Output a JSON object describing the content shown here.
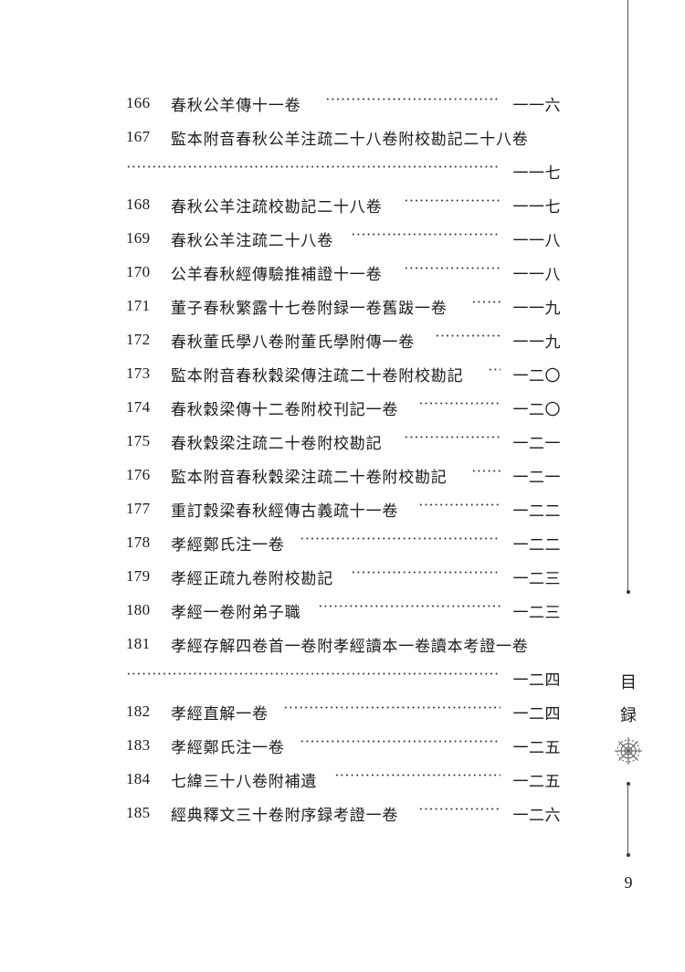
{
  "entries": [
    {
      "num": "166",
      "title": "春秋公羊傳十一卷",
      "page": "一一六"
    },
    {
      "num": "167",
      "title": "監本附音春秋公羊注疏二十八卷附校勘記二十八卷",
      "page": "一一七"
    },
    {
      "num": "168",
      "title": "春秋公羊注疏校勘記二十八卷",
      "page": "一一七"
    },
    {
      "num": "169",
      "title": "春秋公羊注疏二十八卷",
      "page": "一一八"
    },
    {
      "num": "170",
      "title": "公羊春秋經傳驗推補證十一卷",
      "page": "一一八"
    },
    {
      "num": "171",
      "title": "董子春秋繁露十七卷附録一卷舊跋一卷",
      "page": "一一九"
    },
    {
      "num": "172",
      "title": "春秋董氏學八卷附董氏學附傳一卷",
      "page": "一一九"
    },
    {
      "num": "173",
      "title": "監本附音春秋穀梁傳注疏二十卷附校勘記",
      "page": "一二〇"
    },
    {
      "num": "174",
      "title": "春秋穀梁傳十二卷附校刊記一卷",
      "page": "一二〇"
    },
    {
      "num": "175",
      "title": "春秋穀梁注疏二十卷附校勘記",
      "page": "一二一"
    },
    {
      "num": "176",
      "title": "監本附音春秋穀梁注疏二十卷附校勘記",
      "page": "一二一"
    },
    {
      "num": "177",
      "title": "重訂穀梁春秋經傳古義疏十一卷",
      "page": "一二二"
    },
    {
      "num": "178",
      "title": "孝經鄭氏注一卷",
      "page": "一二二"
    },
    {
      "num": "179",
      "title": "孝經正疏九卷附校勘記",
      "page": "一二三"
    },
    {
      "num": "180",
      "title": "孝經一卷附弟子職",
      "page": "一二三"
    },
    {
      "num": "181",
      "title": "孝經存解四卷首一卷附孝經讀本一卷讀本考證一卷",
      "page": "一二四"
    },
    {
      "num": "182",
      "title": "孝經直解一卷",
      "page": "一二四"
    },
    {
      "num": "183",
      "title": "孝經鄭氏注一卷",
      "page": "一二五"
    },
    {
      "num": "184",
      "title": "七緯三十八卷附補遺",
      "page": "一二五"
    },
    {
      "num": "185",
      "title": "經典釋文三十卷附序録考證一卷",
      "page": "一二六"
    }
  ],
  "sidebar": {
    "section_char_1": "目",
    "section_char_2": "録",
    "ornament_icon": "flower-ornament-icon"
  },
  "page_number": "9"
}
